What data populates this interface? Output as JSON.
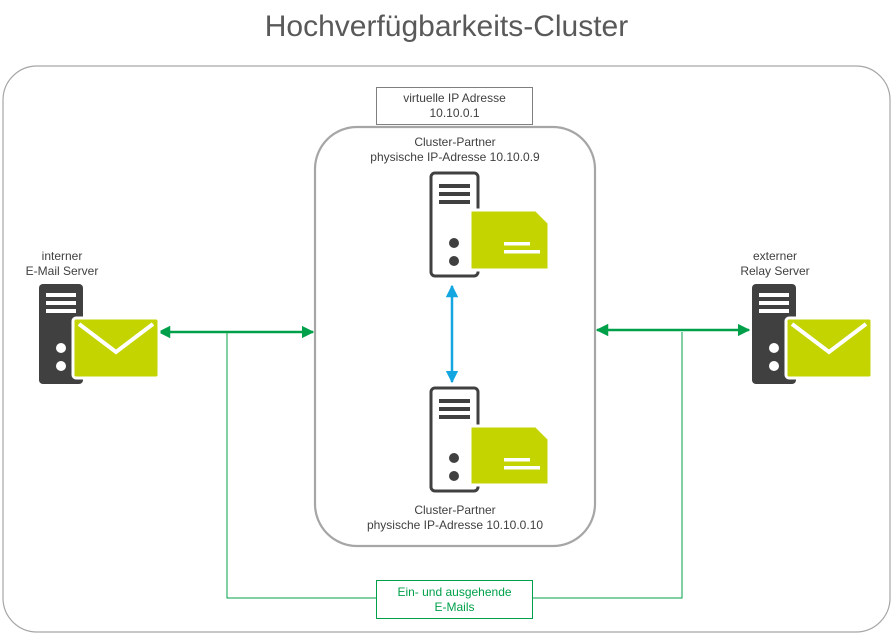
{
  "title": "Hochverfügbarkeits-Cluster",
  "virtual_ip": {
    "line1": "virtuelle IP Adresse",
    "line2": "10.10.0.1"
  },
  "cluster_partner_top": {
    "line1": "Cluster-Partner",
    "line2": "physische IP-Adresse 10.10.0.9"
  },
  "cluster_partner_bottom": {
    "line1": "Cluster-Partner",
    "line2": "physische IP-Adresse 10.10.0.10"
  },
  "internal_server": {
    "line1": "interner",
    "line2": "E-Mail Server"
  },
  "external_server": {
    "line1": "externer",
    "line2": "Relay Server"
  },
  "mail_flow": {
    "line1": "Ein- und ausgehende",
    "line2": "E-Mails"
  },
  "colors": {
    "server": "#404040",
    "accent": "#c3d400",
    "green_line": "#00a04a",
    "blue_line": "#13a6e0",
    "frame": "#a6a6a6"
  }
}
